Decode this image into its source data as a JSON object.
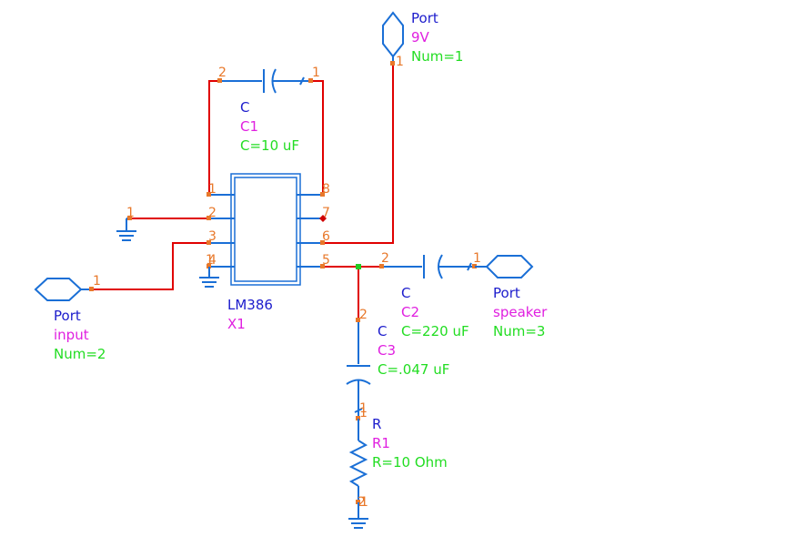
{
  "colors": {
    "wire": "#e00000",
    "symbol": "#1a6fd6",
    "pin_number": "#e8782a",
    "type_label": "#1c1ccc",
    "instance_label": "#e020e0",
    "param_label": "#22dd22"
  },
  "ports": {
    "p9v": {
      "type": "Port",
      "name": "9V",
      "param": "Num=1",
      "pin": "1"
    },
    "input": {
      "type": "Port",
      "name": "input",
      "param": "Num=2",
      "pin": "1"
    },
    "speaker": {
      "type": "Port",
      "name": "speaker",
      "param": "Num=3",
      "pin": "1"
    }
  },
  "components": {
    "c1": {
      "type": "C",
      "name": "C1",
      "param": "C=10 uF",
      "pin_a": "2",
      "pin_b": "1"
    },
    "c2": {
      "type": "C",
      "name": "C2",
      "param": "C=220 uF",
      "pin_a": "2",
      "pin_b": "1"
    },
    "c3": {
      "type": "C",
      "name": "C3",
      "param": "C=.047 uF",
      "pin_a": "2",
      "pin_b": "1"
    },
    "r1": {
      "type": "R",
      "name": "R1",
      "param": "R=10 Ohm",
      "pin_a": "1",
      "pin_b": "2"
    },
    "x1": {
      "type": "LM386",
      "name": "X1",
      "pins_left": [
        "1",
        "2",
        "3",
        "4"
      ],
      "pins_right": [
        "8",
        "7",
        "6",
        "5"
      ]
    }
  }
}
